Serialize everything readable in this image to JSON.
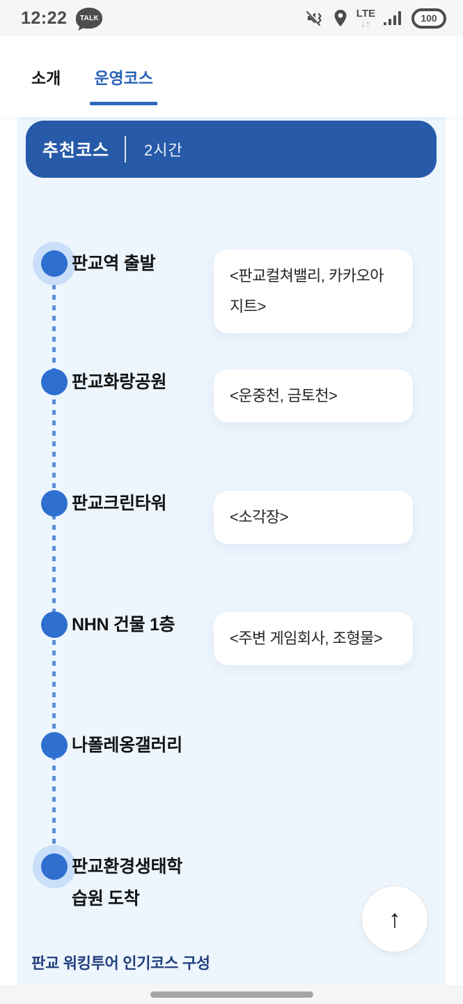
{
  "status_bar": {
    "time": "12:22",
    "talk_badge": "TALK",
    "network_label": "LTE",
    "network_arrows": "↓↑",
    "battery_level": "100",
    "icon_color": "#4c4c4c"
  },
  "tabs": [
    {
      "label": "소개",
      "active": false
    },
    {
      "label": "운영코스",
      "active": true
    }
  ],
  "course_header": {
    "title": "추천코스",
    "duration": "2시간"
  },
  "timeline": {
    "items": [
      {
        "label": "판교역 출발",
        "note": "<판교컬쳐밸리, 카카오아지트>",
        "milestone": true
      },
      {
        "label": "판교화랑공원",
        "note": "<운중천, 금토천>",
        "milestone": false
      },
      {
        "label": "판교크린타워",
        "note": "<소각장>",
        "milestone": false
      },
      {
        "label": "NHN 건물 1층",
        "note": "<주변 게임회사, 조형물>",
        "milestone": false
      },
      {
        "label": "나폴레옹갤러리",
        "note": "",
        "milestone": false
      },
      {
        "label": "판교환경생태학\n습원 도착",
        "note": "",
        "milestone": true
      }
    ]
  },
  "footer": {
    "caption": "판교 워킹투어 인기코스 구성"
  },
  "fab": {
    "arrow": "↑"
  },
  "colors": {
    "accent_blue": "#2a62b5",
    "banner_blue": "#275aa8",
    "dot_blue": "#2e6fcf",
    "halo_blue": "#c9def8",
    "panel_bg": "#edf5fd",
    "footer_text": "#223f7d"
  }
}
